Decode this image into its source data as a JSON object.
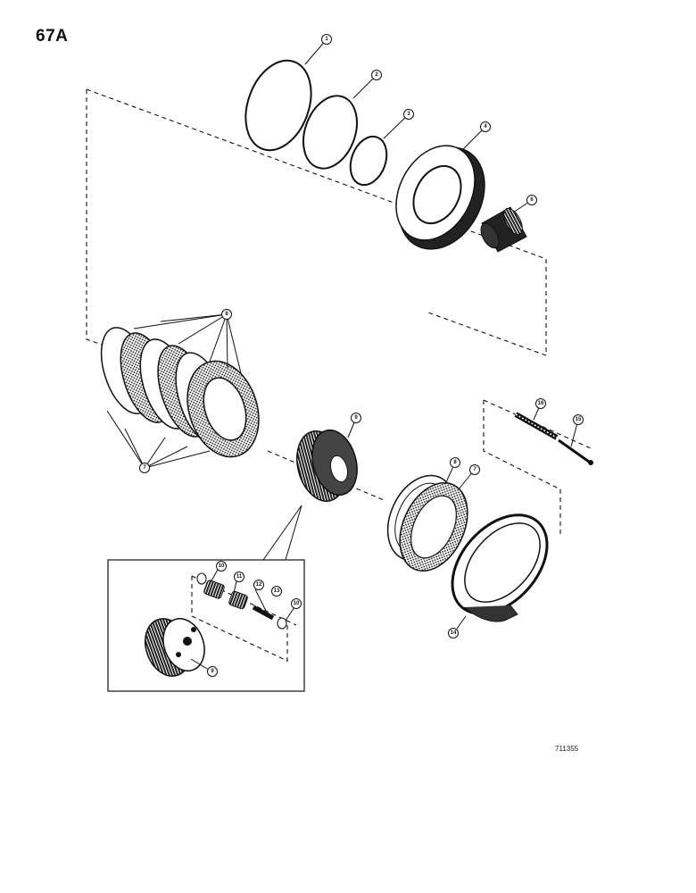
{
  "page": {
    "number": "67A",
    "drawing_number": "711355"
  },
  "callouts": {
    "c1": "1",
    "c2": "2",
    "c3": "3",
    "c4": "4",
    "c5": "6",
    "c8": "8",
    "c7": "7",
    "c9": "9",
    "c16a": "16",
    "c16b": "15",
    "c8b": "8",
    "c7b": "7",
    "c14": "14",
    "c10a": "10",
    "c11": "11",
    "c12": "12",
    "c13": "13",
    "c10b": "10",
    "c9b": "9"
  },
  "colors": {
    "ink": "#111111",
    "paper": "#ffffff"
  }
}
